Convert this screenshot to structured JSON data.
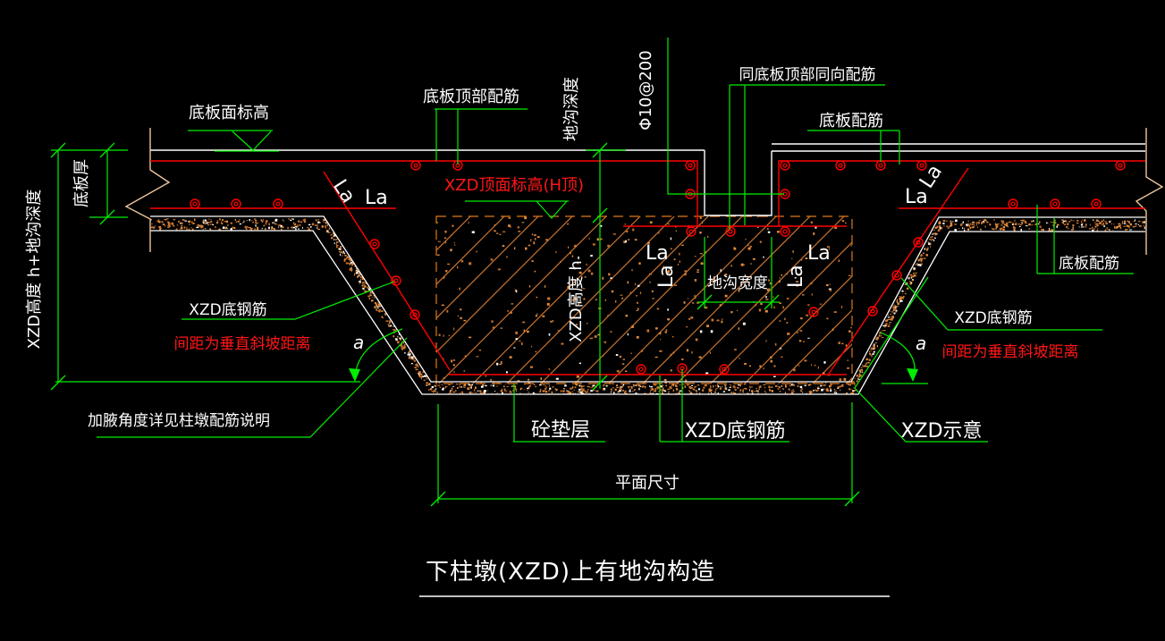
{
  "drawing": {
    "title": "下柱墩(XZD)上有地沟构造",
    "labels": {
      "slab_surface_level": "底板面标高",
      "slab_top_rebar": "底板顶部配筋",
      "trench_depth": "地沟深度",
      "rebar_spec": "Φ10@200",
      "same_as_slab_top_rebar": "同底板顶部同向配筋",
      "slab_rebar": "底板配筋",
      "xzd_top_level": "XZD顶面标高(H顶)",
      "slab_thickness": "底板厚",
      "xzd_total_height": "XZD高度 h+地沟深度",
      "xzd_height": "XZD高度 h",
      "trench_width": "地沟宽度",
      "anchorage_length": "La",
      "angle": "a",
      "xzd_bottom_rebar": "XZD底钢筋",
      "slope_spacing_note": "间距为垂直斜坡距离",
      "haunch_angle_note": "加腋角度详见柱墩配筋说明",
      "concrete_cushion": "砼垫层",
      "xzd_schematic": "XZD示意",
      "plan_dimension": "平面尺寸"
    },
    "colors": {
      "background": "#000000",
      "line_white": "#ffffff",
      "annotation_green": "#00ef00",
      "rebar_red": "#ff0000",
      "hatch_orange": "#c87430",
      "break_tan": "#eec69e"
    }
  }
}
